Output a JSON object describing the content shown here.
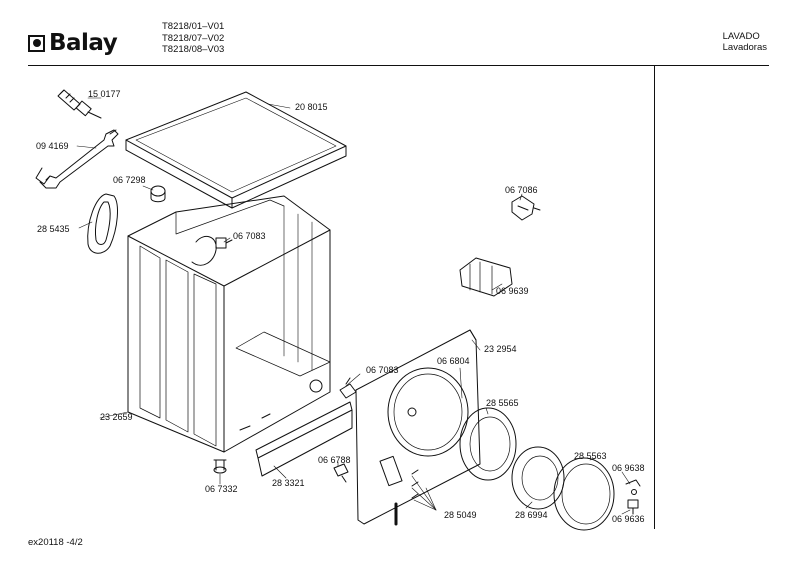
{
  "header": {
    "brand": "Balay",
    "models": [
      "T8218/01–V01",
      "T8218/07–V02",
      "T8218/08–V03"
    ],
    "category": "LAVADO",
    "subcategory": "Lavadoras"
  },
  "footer": {
    "page_ref": "ex20118 -4/2"
  },
  "parts": [
    {
      "id": "p01",
      "number": "15 0177"
    },
    {
      "id": "p02",
      "number": "20 8015"
    },
    {
      "id": "p03",
      "number": "09 4169"
    },
    {
      "id": "p04",
      "number": "06 7298"
    },
    {
      "id": "p05",
      "number": "28 5435"
    },
    {
      "id": "p06",
      "number": "06 7083"
    },
    {
      "id": "p07",
      "number": "06 7086"
    },
    {
      "id": "p08",
      "number": "06 9639"
    },
    {
      "id": "p09",
      "number": "23 2954"
    },
    {
      "id": "p10",
      "number": "06 7083"
    },
    {
      "id": "p11",
      "number": "06 6804"
    },
    {
      "id": "p12",
      "number": "28 5565"
    },
    {
      "id": "p13",
      "number": "23 2659"
    },
    {
      "id": "p14",
      "number": "06 6788"
    },
    {
      "id": "p15",
      "number": "28 3321"
    },
    {
      "id": "p16",
      "number": "06 7332"
    },
    {
      "id": "p17",
      "number": "28 5563"
    },
    {
      "id": "p18",
      "number": "06 9638"
    },
    {
      "id": "p19",
      "number": "28 5049"
    },
    {
      "id": "p20",
      "number": "28 6994"
    },
    {
      "id": "p21",
      "number": "06 9636"
    }
  ]
}
